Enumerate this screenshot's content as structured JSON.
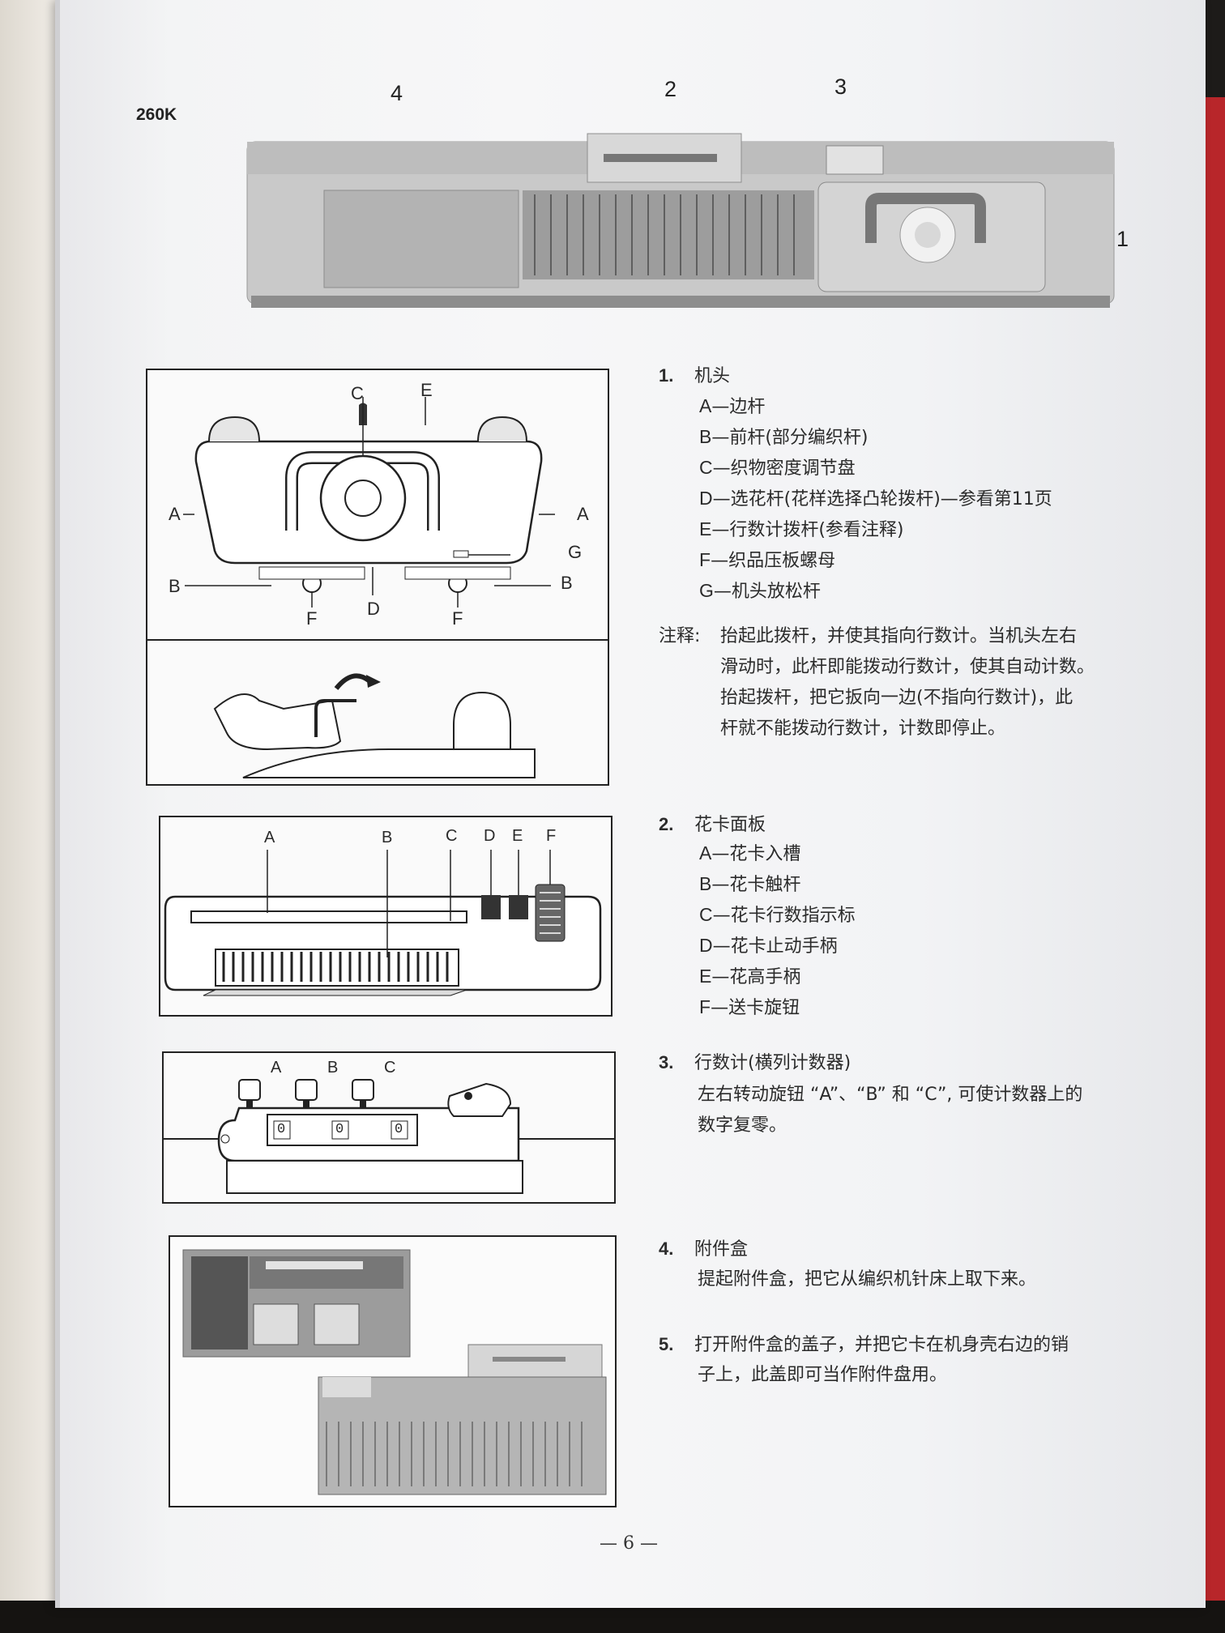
{
  "model": "260K",
  "callouts": [
    "4",
    "2",
    "3",
    "1"
  ],
  "fig1_labels": [
    "C",
    "E",
    "A",
    "A",
    "B",
    "B",
    "F",
    "D",
    "F",
    "G"
  ],
  "fig2_labels": [
    "A",
    "B",
    "C",
    "D",
    "E",
    "F"
  ],
  "fig3_labels": [
    "A",
    "B",
    "C"
  ],
  "sections": [
    {
      "num": "1.",
      "title": "机头",
      "items": [
        {
          "letter": "A",
          "text": "—边杆"
        },
        {
          "letter": "B",
          "text": "—前杆(部分编织杆)"
        },
        {
          "letter": "C",
          "text": "—织物密度调节盘"
        },
        {
          "letter": "D",
          "text": "—选花杆(花样选择凸轮拨杆)—参看第11页"
        },
        {
          "letter": "E",
          "text": "—行数计拨杆(参看注释)"
        },
        {
          "letter": "F",
          "text": "—织品压板螺母"
        },
        {
          "letter": "G",
          "text": "—机头放松杆"
        }
      ],
      "note_label": "注释:",
      "note_lines": [
        "抬起此拨杆，并使其指向行数计。当机头左右",
        "滑动时，此杆即能拨动行数计，使其自动计数。",
        "抬起拨杆，把它扳向一边(不指向行数计)，此",
        "杆就不能拨动行数计，计数即停止。"
      ]
    },
    {
      "num": "2.",
      "title": "花卡面板",
      "items": [
        {
          "letter": "A",
          "text": "—花卡入槽"
        },
        {
          "letter": "B",
          "text": "—花卡触杆"
        },
        {
          "letter": "C",
          "text": "—花卡行数指示标"
        },
        {
          "letter": "D",
          "text": "—花卡止动手柄"
        },
        {
          "letter": "E",
          "text": "—花高手柄"
        },
        {
          "letter": "F",
          "text": "—送卡旋钮"
        }
      ]
    },
    {
      "num": "3.",
      "title": "行数计(横列计数器)",
      "lines": [
        "左右转动旋钮 “A”、“B” 和 “C”, 可使计数器上的",
        "数字复零。"
      ]
    },
    {
      "num": "4.",
      "title": "附件盒",
      "lines": [
        "提起附件盒，把它从编织机针床上取下来。"
      ]
    },
    {
      "num": "5.",
      "title": "打开附件盒的盖子，并把它卡在机身壳右边的销",
      "lines": [
        "子上，此盖即可当作附件盘用。"
      ]
    }
  ],
  "counter_digits": [
    "0",
    "0",
    "0"
  ],
  "page_number": "— 6 —"
}
